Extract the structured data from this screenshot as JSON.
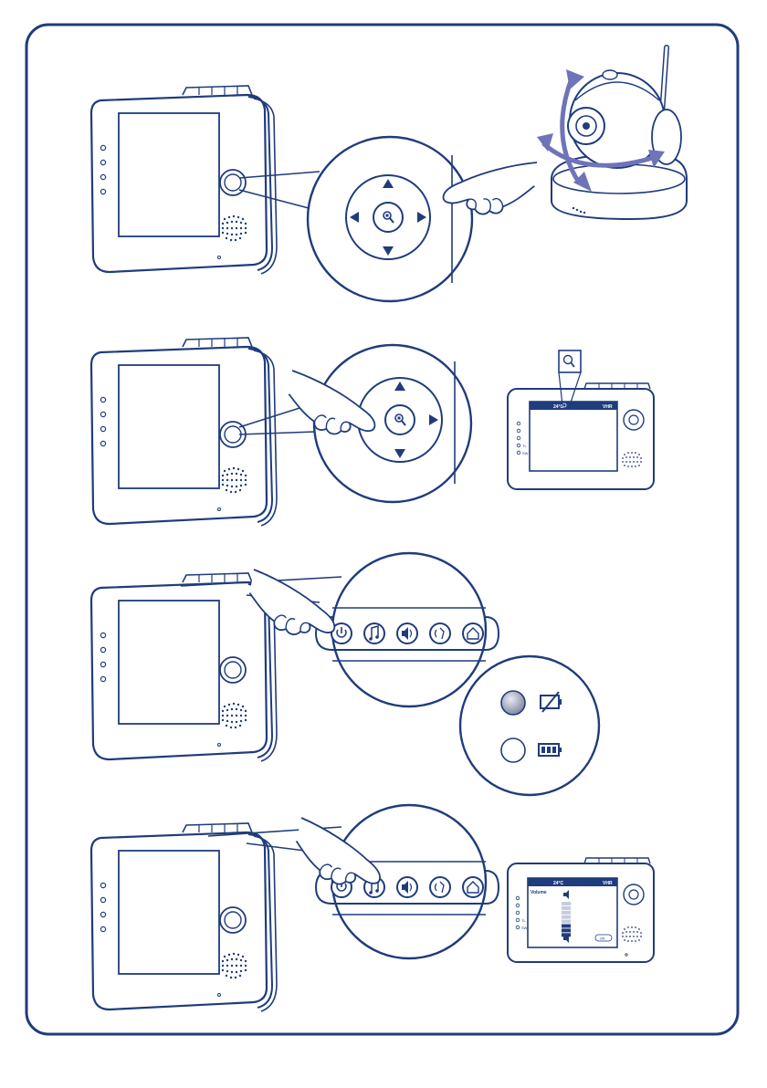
{
  "colors": {
    "line": "#1f3c7c",
    "outline_fill": "#ffffff",
    "rotate_arrow": "#6f74b8",
    "led_grey": "#8a8fa6",
    "page_border": "#1f3c7c"
  },
  "steps": [
    {
      "id": "pan-tilt",
      "action": "press-direction-arrows",
      "result": "camera-rotates"
    },
    {
      "id": "zoom",
      "action": "press-center-zoom-button",
      "result": "zoom-icon-on-screen"
    },
    {
      "id": "power",
      "action": "press-power-button",
      "result": "power-led-states"
    },
    {
      "id": "volume",
      "action": "press-volume-button",
      "result": "volume-bar-on-screen"
    }
  ],
  "top_buttons": [
    "power-icon",
    "music-note-icon",
    "speaker-volume-icon",
    "talk-icon",
    "home-icon"
  ],
  "screen_zoom": {
    "temperature": "24°C",
    "status_right": "VHR",
    "side_labels": [
      "TL",
      "SW"
    ]
  },
  "screen_volume": {
    "title": "Volume",
    "temperature": "24°C",
    "status_right": "VHR",
    "ok_label": "OK",
    "level_segments": 8,
    "level_filled": 3,
    "side_labels": [
      "TL",
      "SW"
    ]
  },
  "led_legend": [
    {
      "led": "filled-grey",
      "icon": "battery-empty-icon"
    },
    {
      "led": "empty",
      "icon": "battery-full-icon"
    }
  ]
}
